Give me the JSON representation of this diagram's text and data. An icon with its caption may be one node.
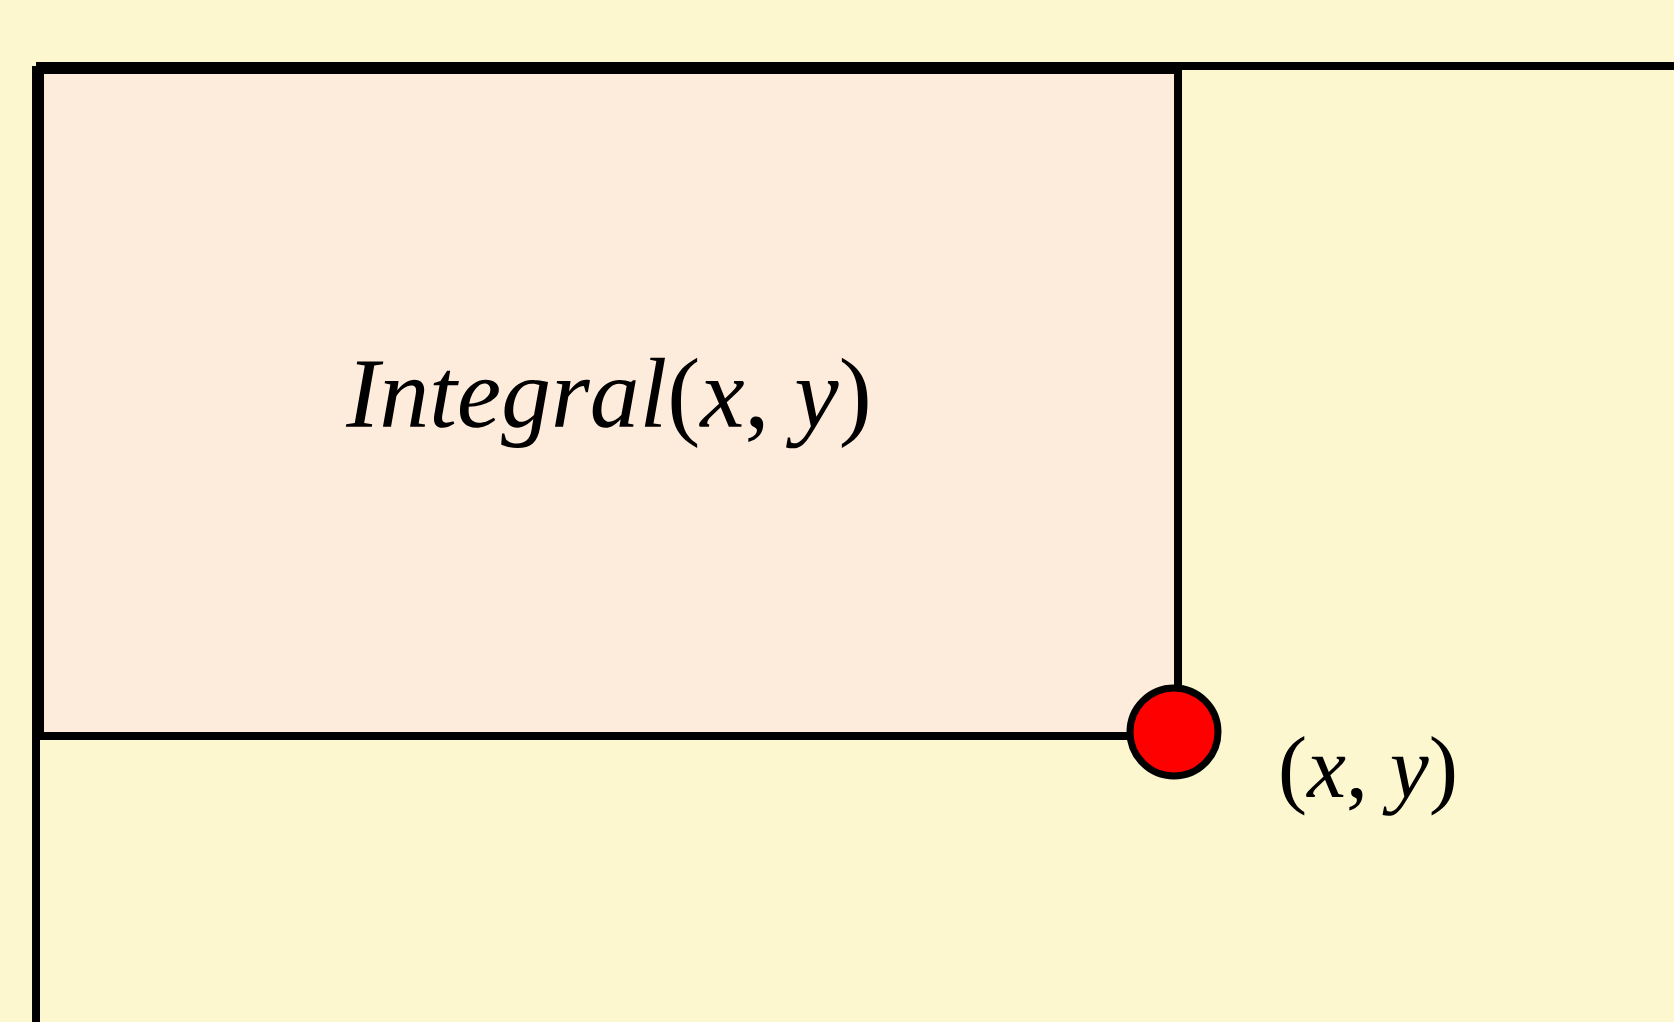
{
  "diagram": {
    "nodes": [
      {
        "text": [
          "*Integral*(*x*, *y*)"
        ]
      },
      {
        "text": [],
        "shape": "circle",
        "beside": [
          "(*x*, *y*)"
        ]
      }
    ]
  }
}
